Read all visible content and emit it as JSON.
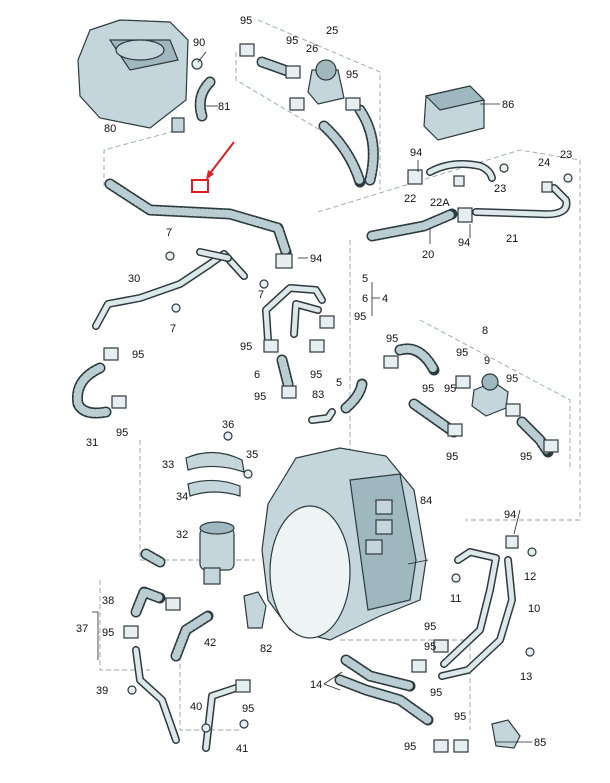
{
  "diagram": {
    "callouts": [
      "95",
      "25",
      "90",
      "26",
      "95",
      "81",
      "80",
      "86",
      "95",
      "94",
      "24",
      "23",
      "22",
      "23",
      "22A",
      "94",
      "20",
      "21",
      "7",
      "94",
      "30",
      "7",
      "5",
      "6",
      "4",
      "7",
      "95",
      "95",
      "8",
      "95",
      "9",
      "95",
      "95",
      "6",
      "95",
      "95",
      "95",
      "95",
      "95",
      "5",
      "83",
      "31",
      "95",
      "95",
      "95",
      "36",
      "35",
      "33",
      "34",
      "84",
      "32",
      "94",
      "12",
      "11",
      "10",
      "38",
      "95",
      "37",
      "95",
      "42",
      "82",
      "95",
      "14",
      "13",
      "95",
      "39",
      "40",
      "95",
      "41",
      "95",
      "85",
      "95"
    ],
    "highlight_color": "#e02020",
    "line_color": "#2c3a3e",
    "part_color": "#c4d6dc"
  }
}
